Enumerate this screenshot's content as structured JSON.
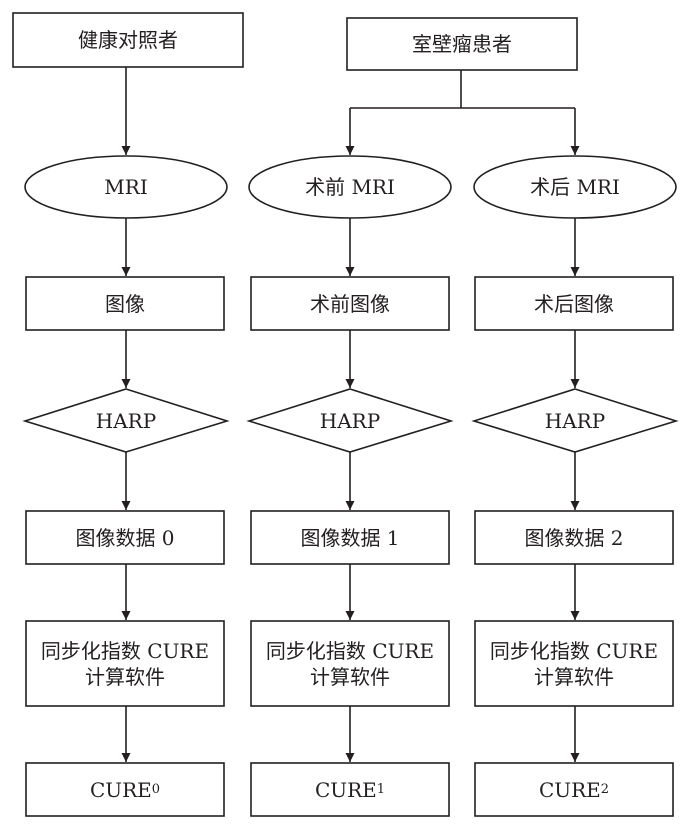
{
  "diagram": {
    "group_healthy": "健康对照者",
    "group_patient": "室壁瘤患者",
    "mri": "MRI",
    "mri_pre": "术前 MRI",
    "mri_post": "术后 MRI",
    "image": "图像",
    "image_pre": "术前图像",
    "image_post": "术后图像",
    "harp": "HARP",
    "data_0": "图像数据 0",
    "data_1": "图像数据 1",
    "data_2": "图像数据 2",
    "software_line1": "同步化指数 CURE",
    "software_line2": "计算软件",
    "cure_base": "CURE",
    "cure_sub_0": "0",
    "cure_sub_1": "1",
    "cure_sub_2": "2"
  },
  "colors": {
    "stroke": "#231f20",
    "background": "#ffffff"
  }
}
